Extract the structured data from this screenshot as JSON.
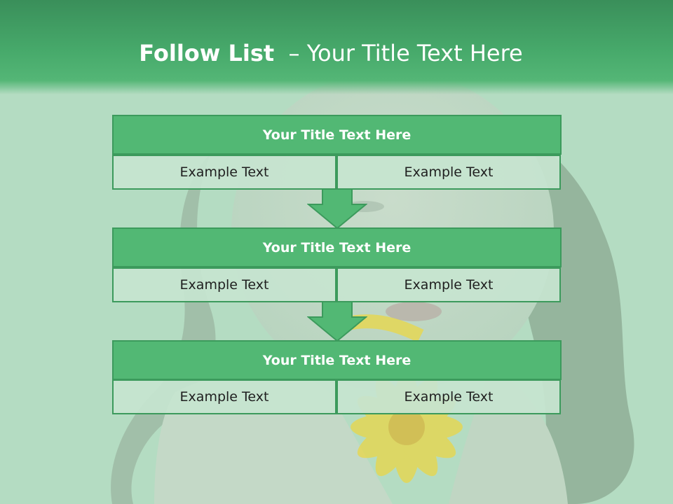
{
  "slide": {
    "title_bold": "Follow List",
    "title_rest": "  – Your Title Text Here"
  },
  "blocks": [
    {
      "title": "Your Title Text Here",
      "left": "Example Text",
      "right": "Example Text"
    },
    {
      "title": "Your Title Text Here",
      "left": "Example Text",
      "right": "Example Text"
    },
    {
      "title": "Your Title Text Here",
      "left": "Example Text",
      "right": "Example Text"
    }
  ],
  "colors": {
    "header_green": "#47aa6b",
    "block_title_fill": "#52b874",
    "border_green": "#3c9a5c",
    "cell_fill": "#c6e4d0",
    "arrow_fill": "#52b874"
  }
}
